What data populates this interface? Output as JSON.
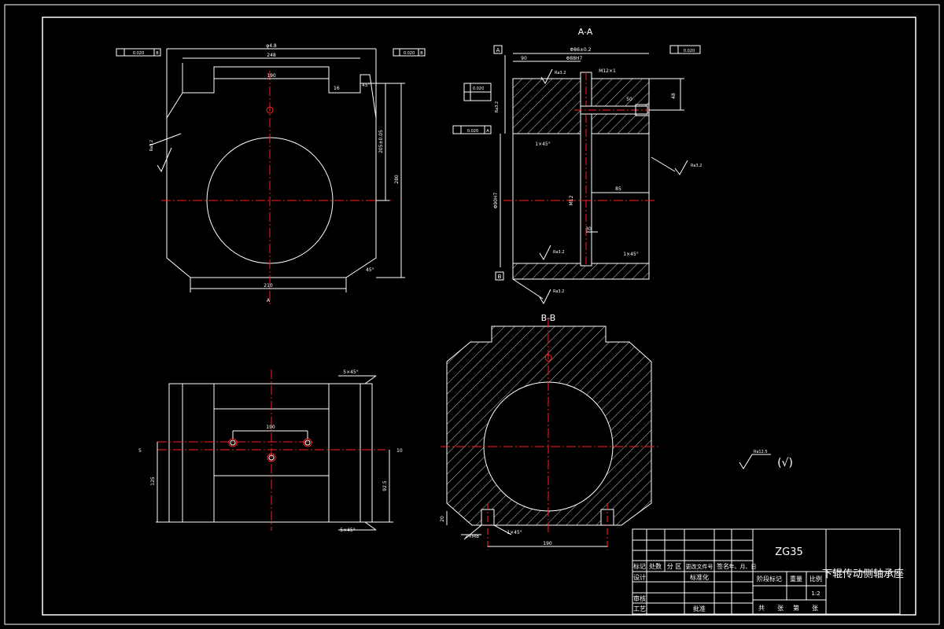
{
  "sections": {
    "aa": "A-A",
    "bb": "B-B"
  },
  "dims_front": {
    "top_overall": "φ4.8",
    "top_width": "248",
    "top_slot": "190",
    "angle_top": "45°",
    "angle_bottom": "45°",
    "slot_depth": "16",
    "height_tol": "205±0.05",
    "height_total": "280",
    "bottom_width": "210",
    "datum_note": "A",
    "tol_left": "0.020",
    "tol_left_ref": "B",
    "tol_right": "0.020",
    "tol_right_ref": "B",
    "rough": "Ra3.2"
  },
  "dims_aa": {
    "datum_a": "A",
    "dim_top": "Φ86±0.2",
    "dim_top2": "Φ88H7",
    "dim_left": "90",
    "tol_par": "0.020",
    "tol_perp": "0.020",
    "rough_top": "Ra3.2",
    "rough_mid": "Ra3.2",
    "thread": "M12×1",
    "dim_side": "48",
    "depth": "50",
    "chamfer1": "1×45°",
    "dim_h": "Φ90H7",
    "dim_v": "M12",
    "dim_ref": "85",
    "dim_30": "30",
    "chamfer2": "1×45°",
    "rough_right": "Ra3.2",
    "rough_bottom1": "Ra3.2",
    "rough_bottom2": "Ra3.2",
    "tol_flat": "0.020",
    "tol_flat_ref": "A",
    "datum_b": "B"
  },
  "dims_top": {
    "chamfer_top": "5×45°",
    "chamfer_bottom": "5×45°",
    "hole_spacing": "190",
    "left_dim": "125",
    "right_dim": "92.5",
    "small_left": "5",
    "small_right": "10"
  },
  "dims_bb": {
    "bottom_width": "190",
    "left_small": "20",
    "hole_dim": "2×M8",
    "chamfer": "1×45°"
  },
  "surface_note": {
    "value": "Ra12.5",
    "paren": "(√)"
  },
  "title_block": {
    "material": "ZG35",
    "drawing_name": "下辊传动侧轴承座",
    "labels": {
      "mark": "标记",
      "count": "处数",
      "zone": "分 区",
      "change_doc": "更改文件号",
      "sign": "签名",
      "date": "年、月、日",
      "design": "设计",
      "standard": "标准化",
      "stage": "阶段标记",
      "weight": "重量",
      "scale": "比例",
      "scale_value": "1:2",
      "check": "审核",
      "process": "工艺",
      "approve": "批准",
      "total": "共",
      "sheets": "张",
      "sheet": "第",
      "sheet2": "张"
    }
  },
  "colors": {
    "line": "#ffffff",
    "center": "#ff2020",
    "hatch": "#ffffff",
    "background": "#000000"
  }
}
